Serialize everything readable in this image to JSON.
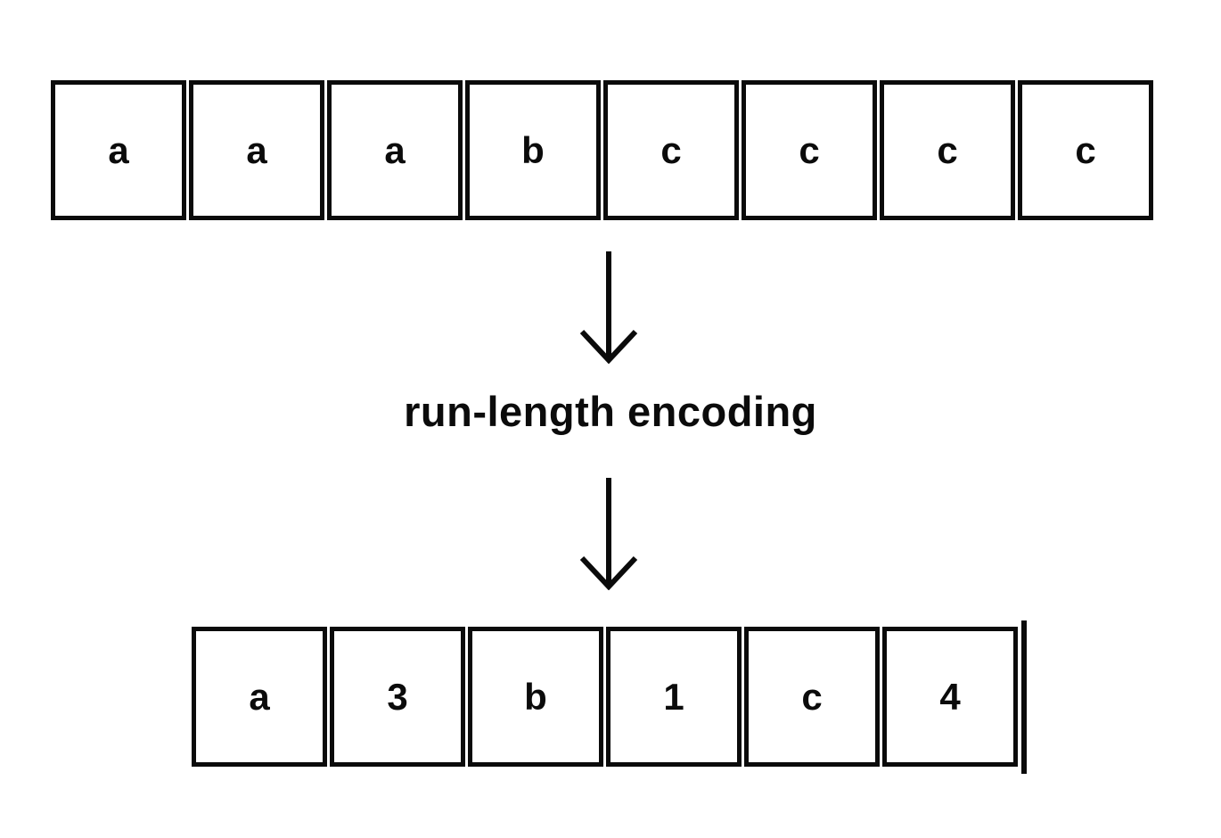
{
  "diagram": {
    "process_label": "run-length encoding",
    "input_sequence": {
      "cells": [
        "a",
        "a",
        "a",
        "b",
        "c",
        "c",
        "c",
        "c"
      ]
    },
    "output_sequence": {
      "cells": [
        "a",
        "3",
        "b",
        "1",
        "c",
        "4"
      ]
    },
    "colors": {
      "ink": "#0b0b0b",
      "background": "#ffffff"
    }
  }
}
